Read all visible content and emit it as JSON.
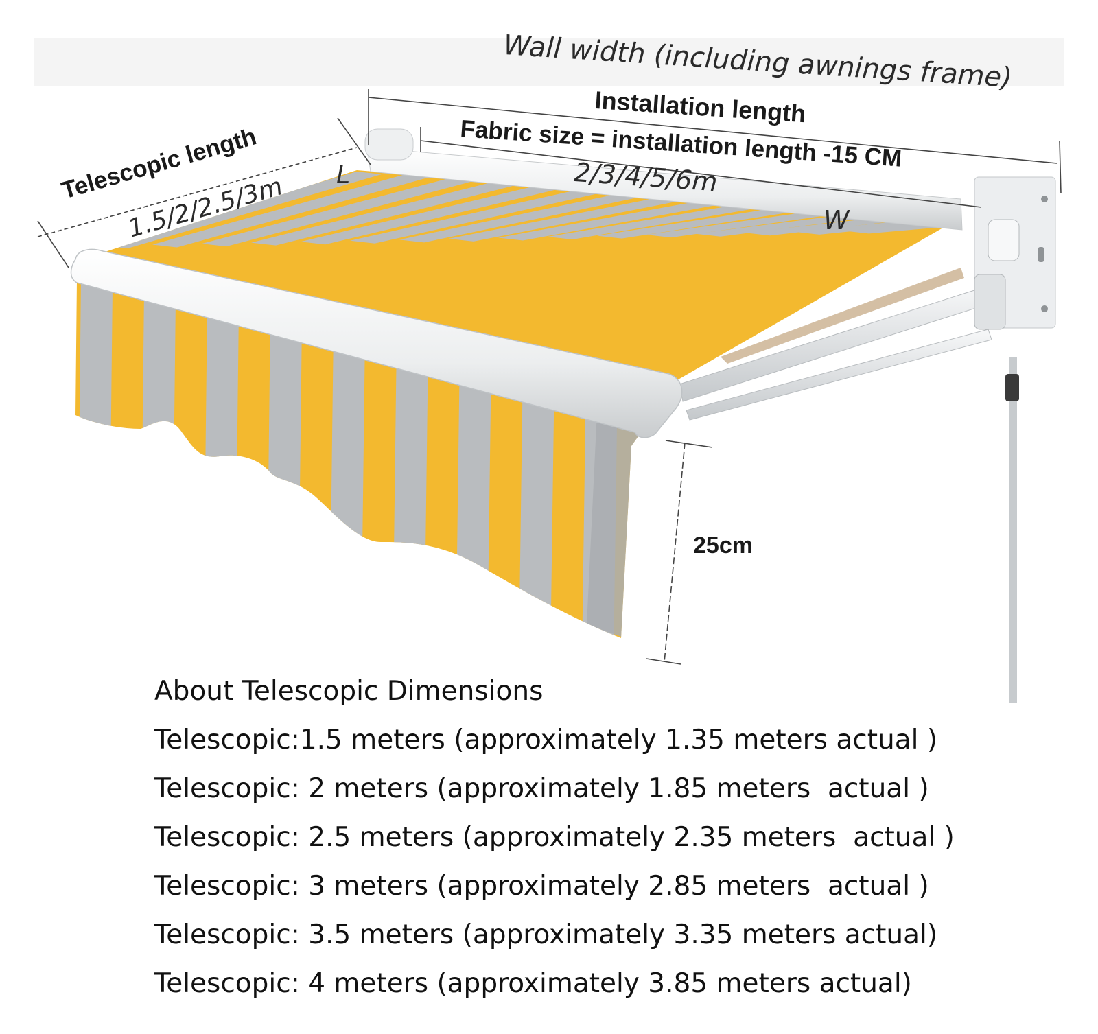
{
  "labels": {
    "wall_width": "Wall width (including awnings frame)",
    "installation_length": "Installation length",
    "fabric_size": "Fabric size = installation length -15 CM",
    "width_options": "2/3/4/5/6m",
    "width_symbol": "W",
    "telescopic_length": "Telescopic length",
    "telescopic_options": "1.5/2/2.5/3m",
    "length_symbol": "L",
    "valance_height": "25cm"
  },
  "notes": {
    "heading": "About Telescopic Dimensions",
    "lines": [
      "Telescopic:1.5 meters (approximately 1.35 meters actual )",
      "Telescopic: 2 meters (approximately 1.85 meters  actual )",
      "Telescopic: 2.5 meters (approximately 2.35 meters  actual )",
      "Telescopic: 3 meters (approximately 2.85 meters  actual )",
      "Telescopic: 3.5 meters (approximately 3.35 meters actual)",
      "Telescopic: 4 meters (approximately 3.85 meters actual)"
    ]
  },
  "colors": {
    "stripe_yellow": "#f3b92f",
    "stripe_grey": "#b9bcbf",
    "frame_white": "#f4f5f6",
    "dimension_line": "#444444"
  }
}
